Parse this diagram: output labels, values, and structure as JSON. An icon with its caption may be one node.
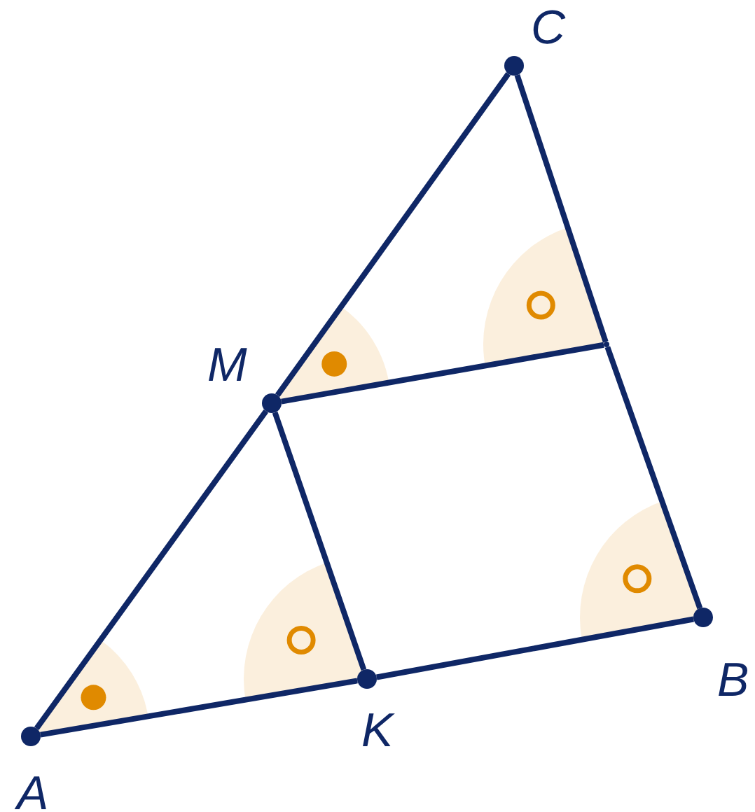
{
  "diagram": {
    "nodes": [
      {
        "text": [
          "C"
        ]
      },
      {
        "text": [
          "M"
        ]
      },
      {
        "text": [
          "B"
        ]
      },
      {
        "text": [
          "A"
        ]
      },
      {
        "text": [
          "K"
        ]
      },
      {
        "text": [],
        "shape": "point"
      }
    ],
    "edges": [
      {
        "from": 3,
        "to": 1,
        "arrow": "none"
      },
      {
        "from": 1,
        "to": 0,
        "arrow": "none"
      },
      {
        "from": 0,
        "to": 5,
        "arrow": "none"
      },
      {
        "from": 5,
        "to": 2,
        "arrow": "none"
      },
      {
        "from": 2,
        "to": 4,
        "arrow": "none"
      },
      {
        "from": 4,
        "to": 3,
        "arrow": "none"
      },
      {
        "from": 1,
        "to": 4,
        "arrow": "none"
      },
      {
        "from": 1,
        "to": 5,
        "arrow": "none"
      }
    ]
  }
}
